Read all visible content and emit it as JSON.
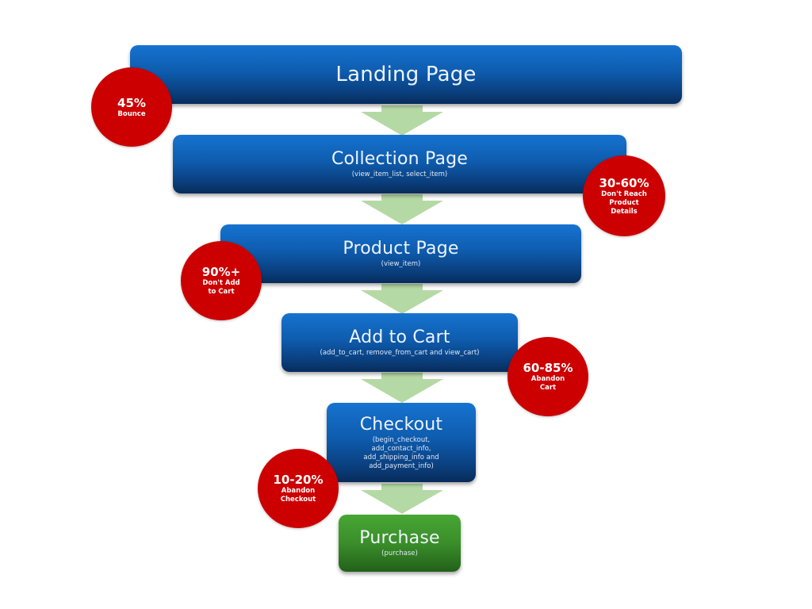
{
  "title": "Ecommerce Funnel",
  "colors": {
    "stage_blue": "#0e5cae",
    "final_green": "#3a8e2a",
    "dropoff_red": "#cc0000",
    "arrow_green": "#b5d9a5"
  },
  "stages": [
    {
      "label": "Landing Page",
      "events": ""
    },
    {
      "label": "Collection Page",
      "events": "(view_item_list, select_item)"
    },
    {
      "label": "Product Page",
      "events": "(view_item)"
    },
    {
      "label": "Add to Cart",
      "events": "(add_to_cart, remove_from_cart and view_cart)"
    },
    {
      "label": "Checkout",
      "events": "(begin_checkout,\nadd_contact_info,\nadd_shipping_info and\nadd_payment_info)"
    },
    {
      "label": "Purchase",
      "events": "(purchase)"
    }
  ],
  "dropoffs": [
    {
      "stage": "Landing Page",
      "value": "45%",
      "label": "Bounce"
    },
    {
      "stage": "Collection Page",
      "value": "30-60%",
      "label": "Don't Reach\nProduct\nDetails"
    },
    {
      "stage": "Product Page",
      "value": "90%+",
      "label": "Don't Add\nto Cart"
    },
    {
      "stage": "Add to Cart",
      "value": "60-85%",
      "label": "Abandon\nCart"
    },
    {
      "stage": "Checkout",
      "value": "10-20%",
      "label": "Abandon\nCheckout"
    }
  ]
}
